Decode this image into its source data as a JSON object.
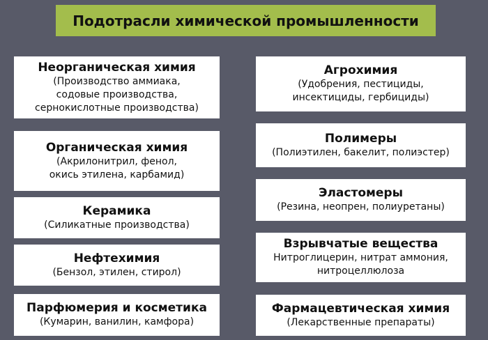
{
  "title": "Подотрасли химической промышленности",
  "left": [
    {
      "name": "Неорганическая химия",
      "lines": [
        "(Производство аммиака,",
        "содовые производства,",
        "сернокислотные производства)"
      ]
    },
    {
      "name": "Органическая химия",
      "lines": [
        "(Акрилонитрил, фенол,",
        "окись этилена, карбамид)"
      ]
    },
    {
      "name": "Керамика",
      "lines": [
        "(Силикатные производства)"
      ]
    },
    {
      "name": "Нефтехимия",
      "lines": [
        "(Бензол, этилен, стирол)"
      ]
    },
    {
      "name": "Парфюмерия и косметика",
      "lines": [
        "(Кумарин, ванилин, камфора)"
      ]
    }
  ],
  "right": [
    {
      "name": "Агрохимия",
      "lines": [
        "(Удобрения, пестициды,",
        "инсектициды, гербициды)"
      ]
    },
    {
      "name": "Полимеры",
      "lines": [
        "(Полиэтилен, бакелит, полиэстер)"
      ]
    },
    {
      "name": "Эластомеры",
      "lines": [
        "(Резина, неопрен, полиуретаны)"
      ]
    },
    {
      "name": "Взрывчатые вещества",
      "lines": [
        "Нитроглицерин, нитрат аммония,",
        "нитроцеллюлоза"
      ]
    },
    {
      "name": "Фармацевтическая химия",
      "lines": [
        "(Лекарственные препараты)"
      ]
    }
  ]
}
